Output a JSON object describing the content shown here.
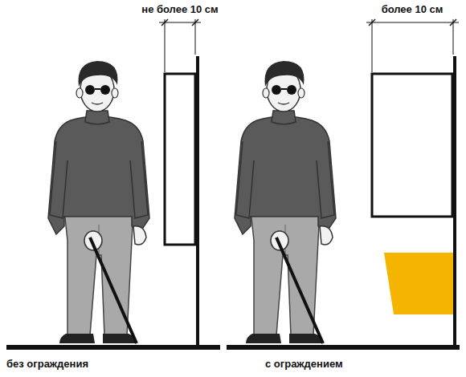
{
  "diagram": {
    "labels": [
      "не более 10 см",
      "более 10 см",
      "без ограждения",
      "с ограждением"
    ]
  }
}
